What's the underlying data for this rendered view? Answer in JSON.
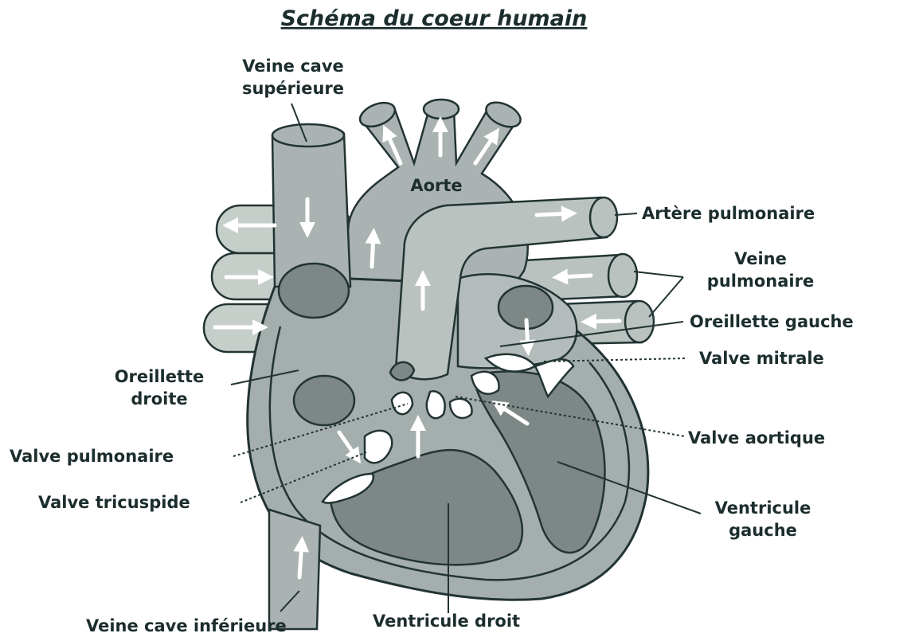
{
  "title": "Schéma du coeur humain",
  "labels": {
    "veine_cave_superieure": [
      "Veine cave",
      "supérieure"
    ],
    "aorte": "Aorte",
    "artere_pulmonaire": "Artère pulmonaire",
    "veine_pulmonaire": [
      "Veine",
      "pulmonaire"
    ],
    "oreillette_gauche": "Oreillette gauche",
    "valve_mitrale": "Valve mitrale",
    "oreillette_droite": [
      "Oreillette",
      "droite"
    ],
    "valve_aortique": "Valve aortique",
    "valve_pulmonaire": "Valve pulmonaire",
    "valve_tricuspide": "Valve tricuspide",
    "ventricule_gauche": [
      "Ventricule",
      "gauche"
    ],
    "veine_cave_inferieure": "Veine cave inférieure",
    "ventricule_droit": "Ventricule droit"
  },
  "colors": {
    "outline": "#223333",
    "vessel": "#b6bfbd",
    "vessel_light": "#cfd6d4",
    "heart_body": "#a4aeac",
    "chamber_dark": "#7d8886",
    "valve": "#ffffff",
    "arrow": "#ffffff",
    "text": "#1c2d2d"
  }
}
